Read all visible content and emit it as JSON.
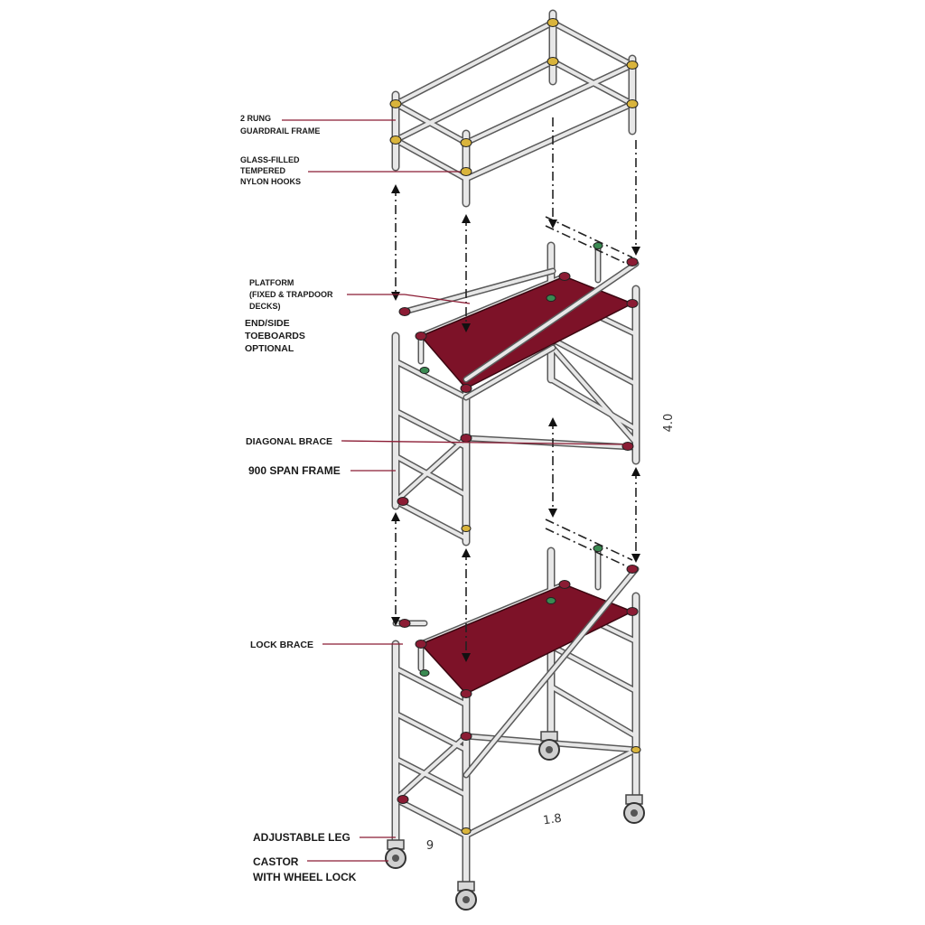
{
  "colors": {
    "deck": "#7d1228",
    "deck_dark": "#5e0c1d",
    "leader": "#8b1c34",
    "tube_outline": "#5a5a5a",
    "tube_fill": "#e7e7e7",
    "hook_yellow": "#d9b43c",
    "clamp_green": "#3a8a52",
    "clamp_red": "#8b1c34"
  },
  "labels": {
    "guardrail": [
      "2 RUNG",
      "GUARDRAIL FRAME"
    ],
    "hooks": [
      "GLASS-FILLED",
      "TEMPERED",
      "NYLON HOOKS"
    ],
    "platform": [
      "PLATFORM",
      "(FIXED & TRAPDOOR",
      "DECKS)"
    ],
    "toeboards": [
      "END/SIDE",
      "TOEBOARDS",
      "OPTIONAL"
    ],
    "diagonal_brace": "DIAGONAL BRACE",
    "span_frame": "900 SPAN FRAME",
    "lock_brace": "LOCK BRACE",
    "adjustable_leg": "ADJUSTABLE LEG",
    "castor": [
      "CASTOR",
      "WITH WHEEL LOCK"
    ]
  },
  "dimensions": {
    "height": "4.0",
    "length": "1.8",
    "width": "9"
  }
}
